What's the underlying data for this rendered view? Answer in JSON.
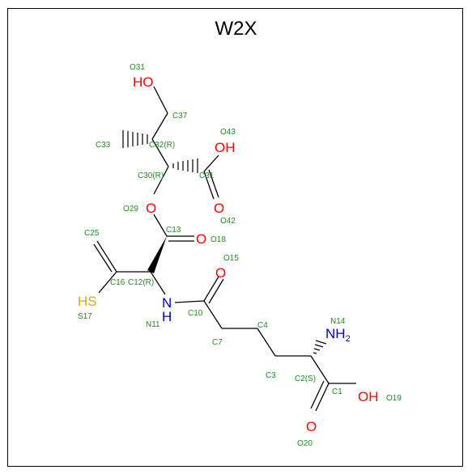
{
  "title": "W2X",
  "colors": {
    "frame": "#000000",
    "bond": "#000000",
    "carbon_label": "#228B22",
    "oxygen": "#FF0000",
    "nitrogen": "#0000CD",
    "sulfur": "#DAA520"
  },
  "atom_labels": {
    "O31": "O31",
    "C37": "C37",
    "C33": "C33",
    "C32": "C32(R)",
    "O43": "O43",
    "C30": "C30(R)",
    "C31": "C31",
    "O29": "O29",
    "O42": "O42",
    "C13": "C13",
    "O18": "O18",
    "C25": "C25",
    "O15": "O15",
    "C16": "C16",
    "C12": "C12(R)",
    "S17": "S17",
    "N11": "N11",
    "C10": "C10",
    "C4": "C4",
    "C7": "C7",
    "N14": "N14",
    "C3": "C3",
    "C2": "C2(S)",
    "C1": "C1",
    "O19": "O19",
    "O20": "O20"
  },
  "heteroatoms": {
    "HO_31": "HO",
    "OH_43": "OH",
    "O_42": "O",
    "O_29": "O",
    "O_18": "O",
    "O_15": "O",
    "HS_17": "HS",
    "N_11": "N",
    "H_11": "H",
    "NH2_14": "NH",
    "NH2_14_sub": "2",
    "OH_19": "OH",
    "O_20": "O"
  }
}
